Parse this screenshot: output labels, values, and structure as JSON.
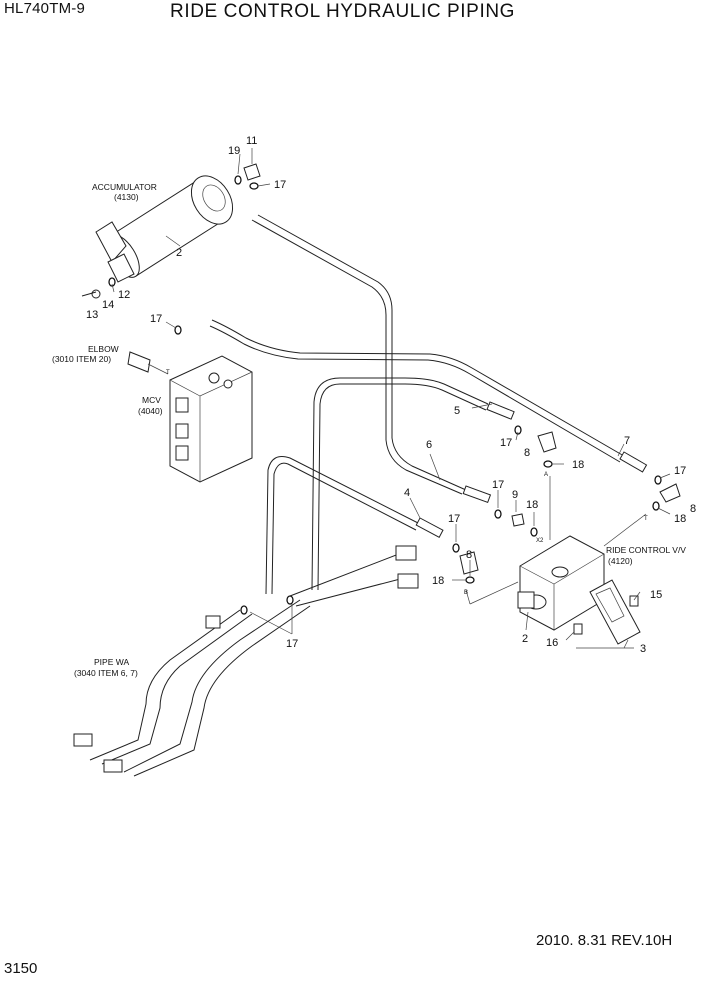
{
  "header": {
    "model": "HL740TM-9",
    "title": "RIDE CONTROL HYDRAULIC PIPING"
  },
  "footer": {
    "date_rev": "2010. 8.31  REV.10H",
    "page_number": "3150"
  },
  "components": {
    "accumulator": {
      "name": "ACCUMULATOR",
      "ref": "(4130)"
    },
    "elbow": {
      "name": "ELBOW",
      "ref": "(3010 ITEM 20)"
    },
    "mcv": {
      "name": "MCV",
      "ref": "(4040)"
    },
    "ride_control_valve": {
      "name": "RIDE CONTROL V/V",
      "ref": "(4120)"
    },
    "pipe_wa": {
      "name": "PIPE WA",
      "ref": "(3040 ITEM 6, 7)"
    }
  },
  "port_labels": {
    "a": "A",
    "x2": "X2",
    "t_valve": "T",
    "b": "B",
    "t_mcv": "T"
  },
  "callouts": {
    "c2_acc": "2",
    "c11": "11",
    "c19": "19",
    "c17_acc": "17",
    "c12": "12",
    "c13": "13",
    "c14": "14",
    "c17_elbow": "17",
    "c5": "5",
    "c6": "6",
    "c7": "7",
    "c17_a": "17",
    "c8_a": "8",
    "c18_a": "18",
    "c17_b": "17",
    "c9": "9",
    "c18_b": "18",
    "c17_c": "17",
    "c18_c": "18",
    "c8_c": "8",
    "c4": "4",
    "c8_d": "8",
    "c17_d": "17",
    "c18_d": "18",
    "c15": "15",
    "c16": "16",
    "c2_valve": "2",
    "c3": "3",
    "c17_pipe": "17"
  }
}
